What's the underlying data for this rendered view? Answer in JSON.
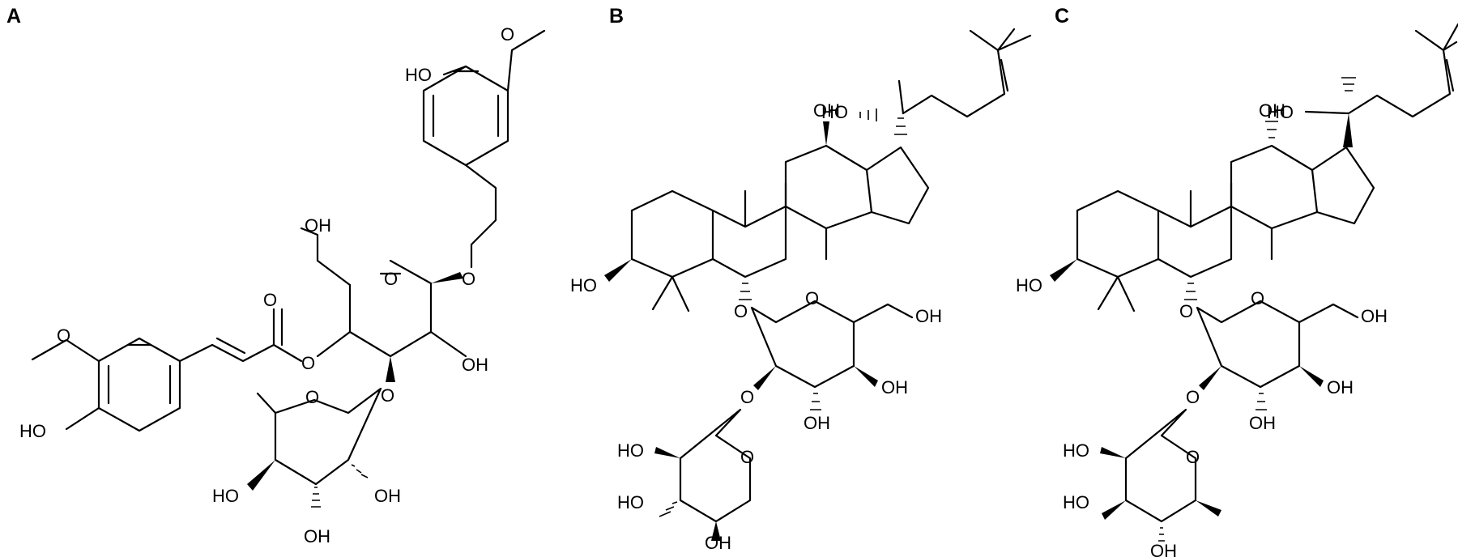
{
  "panels": [
    {
      "id": "a",
      "label": "A"
    },
    {
      "id": "b",
      "label": "B"
    },
    {
      "id": "c",
      "label": "C"
    }
  ],
  "atoms": {
    "oh": "OH",
    "ho": "HO",
    "o": "O"
  }
}
